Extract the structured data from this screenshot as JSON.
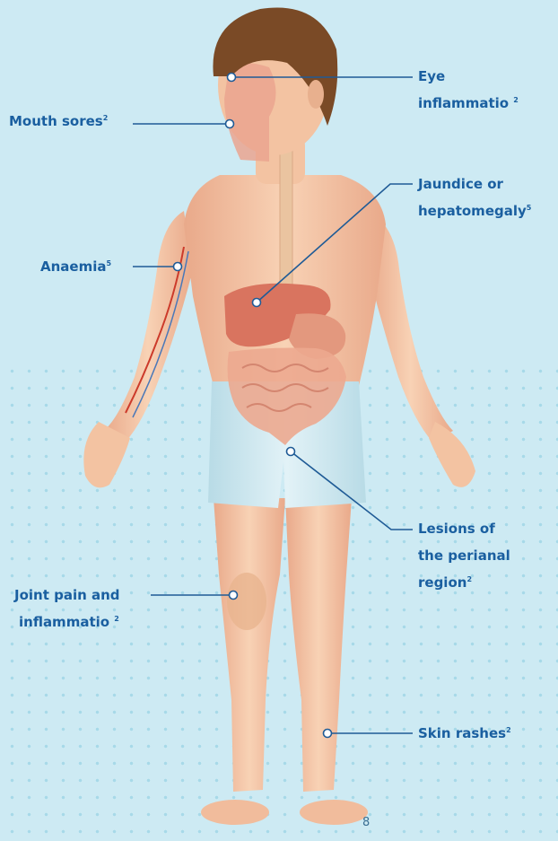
{
  "labels": {
    "eye": {
      "line1": "Eye",
      "line2": "inflammatio",
      "sup": "2"
    },
    "mouth": {
      "text": "Mouth sores",
      "sup": "2"
    },
    "jaundice": {
      "line1": "Jaundice or",
      "line2": "hepatomegaly",
      "sup": "5"
    },
    "anaemia": {
      "text": "Anaemia",
      "sup": "5"
    },
    "perianal": {
      "line1": "Lesions of",
      "line2": "the perianal",
      "line3": "region",
      "sup": "2"
    },
    "joint": {
      "line1": "Joint pain and",
      "line2": "inflammatio",
      "sup": "2"
    },
    "skin": {
      "text": "Skin rashes",
      "sup": "2"
    }
  },
  "page_number": "8",
  "colors": {
    "background": "#cdeaf3",
    "dots": "#a7d9e8",
    "label": "#1a5fa0",
    "leader": "#1f5b96",
    "skin": "#f4c6a4",
    "shorts": "#c8e6ef"
  }
}
